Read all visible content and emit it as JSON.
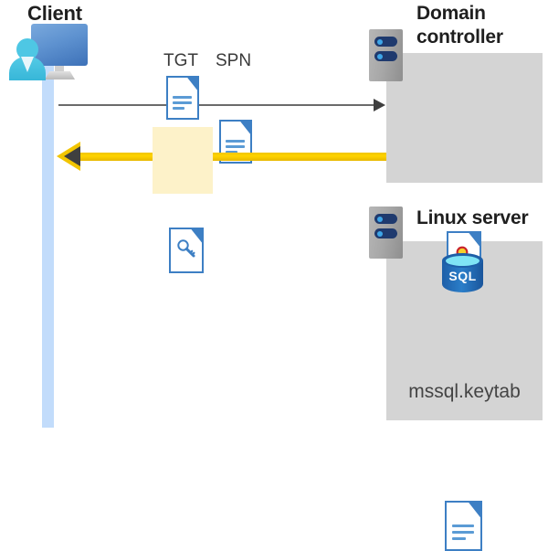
{
  "diagram": {
    "title_client": "Client",
    "title_domain_controller": "Domain\ncontroller",
    "title_domain_controller_line1": "Domain",
    "title_domain_controller_line2": "controller",
    "title_linux_server": "Linux server",
    "labels": {
      "tgt": "TGT",
      "spn": "SPN",
      "keytab_file": "mssql.keytab",
      "sql_badge": "SQL"
    },
    "icons": {
      "client": "user-workstation-icon",
      "dc_server": "server-rack-icon",
      "linux_server": "server-rack-icon",
      "tgt_document": "document-icon",
      "spn_document": "document-icon",
      "ticket_key_document": "document-key-icon",
      "certificate": "certificate-document-icon",
      "database": "sql-database-icon",
      "keytab_document": "document-icon"
    },
    "flows": [
      {
        "name": "request-to-domain-controller",
        "direction": "client-to-domain-controller",
        "style": "thin-gray-arrow",
        "color": "#6b6b6b",
        "carries": [
          "TGT",
          "SPN"
        ]
      },
      {
        "name": "service-ticket-response",
        "direction": "domain-controller-to-client",
        "style": "thick-yellow-arrow",
        "color": "#ffd400",
        "carries": [
          "service-ticket"
        ],
        "highlight_color": "#fdf2c9"
      }
    ],
    "colors": {
      "panel_gray": "#d4d4d4",
      "lifeline_blue": "#c2dcfb",
      "accent_yellow": "#ffd400",
      "highlight_yellow": "#fdf2c9",
      "doc_blue": "#3d7fc4",
      "person_cyan": "#4ec7e4",
      "sql_blue": "#2b7ec9",
      "seal_yellow": "#f5cf2b",
      "seal_red": "#c8202a",
      "text_dark": "#1f1f1f"
    }
  }
}
